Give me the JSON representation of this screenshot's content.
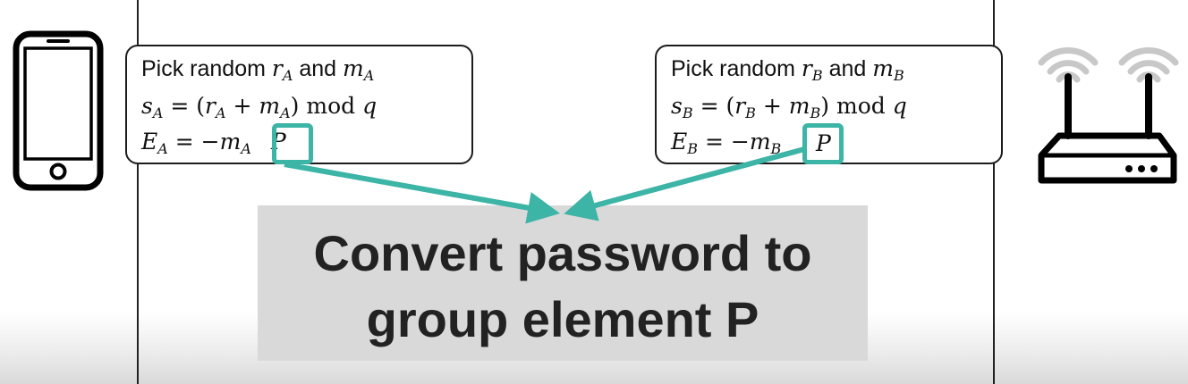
{
  "left_box": {
    "line1_text": "Pick random",
    "line1_var1": "r",
    "line1_sub1": "A",
    "line1_and": "and",
    "line1_var2": "m",
    "line1_sub2": "A",
    "line2_s": "s",
    "line2_s_sub": "A",
    "line2_eq": "= (",
    "line2_r": "r",
    "line2_r_sub": "A",
    "line2_plus": "+",
    "line2_m": "m",
    "line2_m_sub": "A",
    "line2_close": ")",
    "line2_mod": "mod",
    "line2_q": "q",
    "line3_E": "E",
    "line3_E_sub": "A",
    "line3_eq": "= −",
    "line3_m": "m",
    "line3_m_sub": "A",
    "line3_P": "P"
  },
  "right_box": {
    "line1_text": "Pick random",
    "line1_var1": "r",
    "line1_sub1": "B",
    "line1_and": "and",
    "line1_var2": "m",
    "line1_sub2": "B",
    "line2_s": "s",
    "line2_s_sub": "B",
    "line2_eq": "= (",
    "line2_r": "r",
    "line2_r_sub": "B",
    "line2_plus": "+",
    "line2_m": "m",
    "line2_m_sub": "B",
    "line2_close": ")",
    "line2_mod": "mod",
    "line2_q": "q",
    "line3_E": "E",
    "line3_E_sub": "B",
    "line3_eq": "= −",
    "line3_m": "m",
    "line3_m_sub": "B",
    "line3_P": "P"
  },
  "center": {
    "line1": "Convert password to",
    "line2": "group element P"
  },
  "icons": {
    "left": "smartphone-icon",
    "right": "wifi-router-icon"
  },
  "colors": {
    "highlight": "#3cb4a6",
    "panel": "#d9d9d9",
    "wifi_waves": "#c8c8c8"
  }
}
